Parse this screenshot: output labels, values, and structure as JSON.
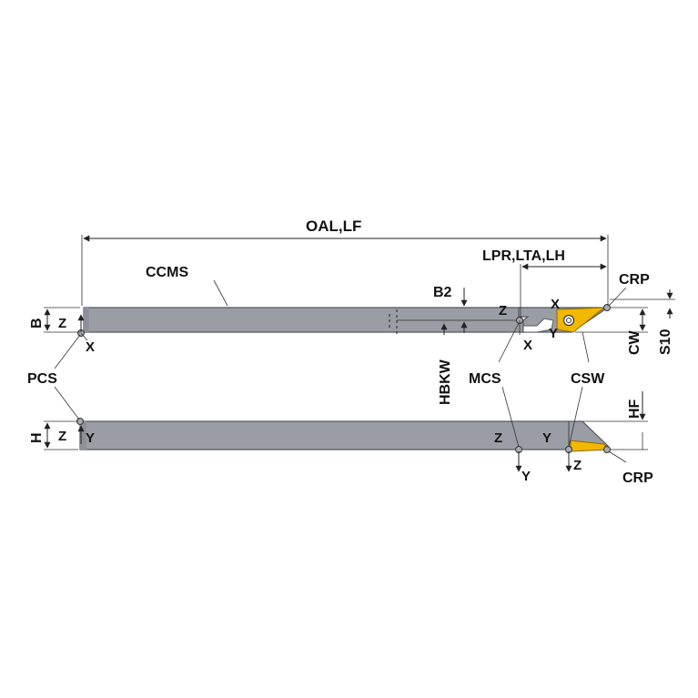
{
  "labels": {
    "oal_lf": "OAL,LF",
    "lpr_lta_lh": "LPR,LTA,LH",
    "ccms": "CCMS",
    "b2": "B2",
    "crp_top": "CRP",
    "crp_bottom": "CRP",
    "cw": "CW",
    "s10": "S10",
    "b": "B",
    "h": "H",
    "pcs": "PCS",
    "mcs": "MCS",
    "csw": "CSW",
    "hbkw": "HBKW",
    "hf": "HF"
  },
  "axes": {
    "pcs_top": {
      "z": "Z",
      "x": "X"
    },
    "pcs_bottom": {
      "z": "Z",
      "y": "Y"
    },
    "mcs_top": {
      "z": "Z",
      "x": "X"
    },
    "mcs_bottom": {
      "z": "Z",
      "y": "Y"
    },
    "csw_top": {
      "x": "X",
      "y": "Y"
    },
    "csw_bottom": {
      "y": "Y",
      "z": "Z"
    }
  },
  "colors": {
    "shank": "#9a9da4",
    "shank_edge": "#555962",
    "insert": "#f2b800",
    "insert_edge": "#8a6a00",
    "point": "#a8abb2"
  }
}
